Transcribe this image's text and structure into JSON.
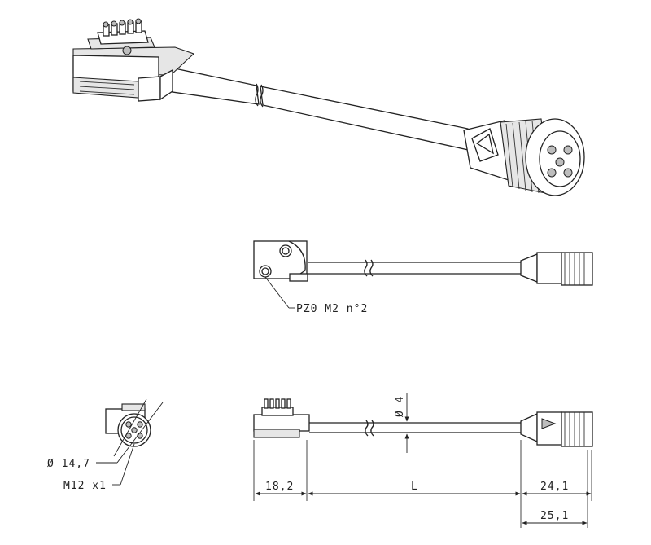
{
  "labels": {
    "screw": "PZ0 M2 n°2",
    "diameter_cable": "Ø 4",
    "diameter_connector": "Ø 14,7",
    "thread": "M12 x1",
    "dim_left": "18,2",
    "dim_length": "L",
    "dim_right_1": "24,1",
    "dim_right_2": "25,1"
  }
}
